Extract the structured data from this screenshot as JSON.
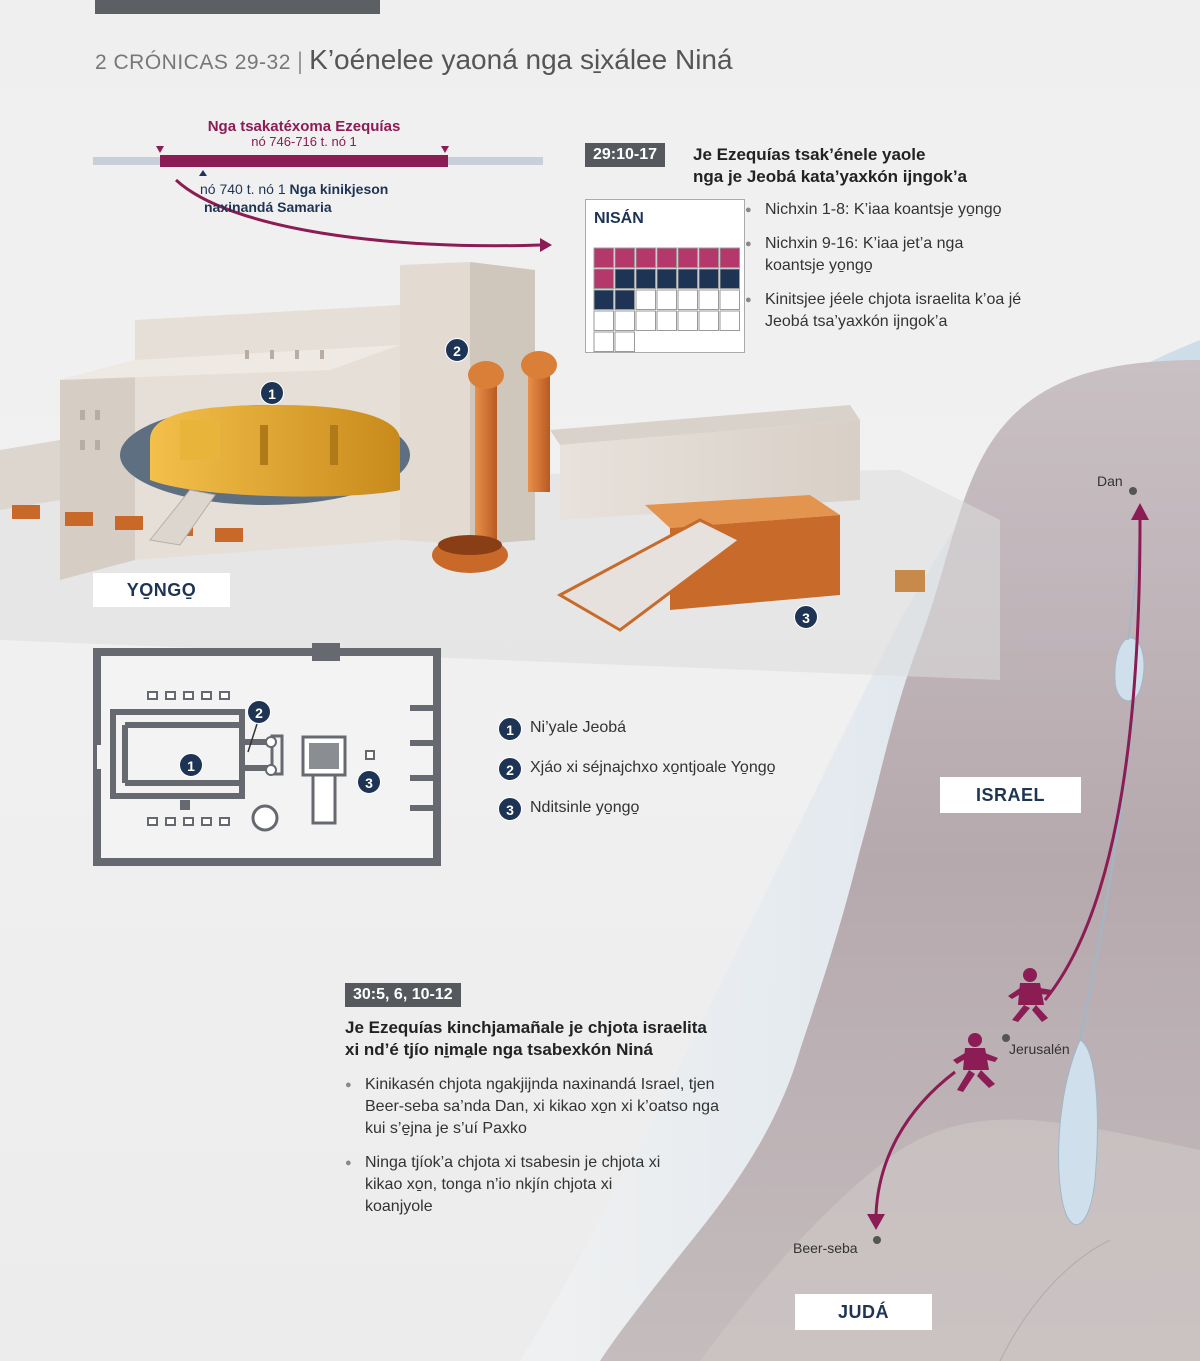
{
  "header": {
    "reference": "2 CRÓNICAS 29-32",
    "separator": "|",
    "title": "K’oénelee yaoná nga si̱xálee Niná"
  },
  "timeline": {
    "title": "Nga tsakatéxoma Ezequías",
    "subtitle": "nó 746-716 t. nó 1",
    "event_date": "nó 740 t. nó 1",
    "event_line1": "Nga kinikjeson",
    "event_line2": "naxinandá Samaria"
  },
  "section1": {
    "reference": "29:10-17",
    "heading_line1": "Je Ezequías tsak’énele yaole",
    "heading_line2": "nga je Jeobá kata’yaxkón ijngok’a",
    "bullets": [
      "Nichxin 1-8: K’iaa koantsje yo̱ngo̱",
      "Nichxin 9-16: K’iaa jet’a nga koantsje yo̱ngo̱",
      "Kinitsjee jéele chjota israelita k’oa jé Jeobá tsa’yaxkón ijngok’a"
    ],
    "calendar": {
      "title": "NISÁN",
      "days_phase_one": 8,
      "days_phase_two": 8,
      "total_days": 30,
      "color_phase_one": "#b5386b",
      "color_phase_two": "#1e3455"
    }
  },
  "temple": {
    "label": "YO̱NGO̱",
    "markers": [
      "1",
      "2",
      "3"
    ]
  },
  "legend": [
    {
      "num": "1",
      "text": "Ni’yale Jeobá"
    },
    {
      "num": "2",
      "text": "Xjáo xi séjnajchxo xo̱ntjoale Yo̱ngo̱"
    },
    {
      "num": "3",
      "text": "Nditsinle yo̱ngo̱"
    }
  ],
  "section2": {
    "reference": "30:5, 6, 10-12",
    "heading_line1": "Je Ezequías kinchjamañale je chjota israelita",
    "heading_line2": "xi nd’é tjío ni̱ma̱le nga tsabexkón Niná",
    "bullets": [
      "Kinikasén chjota ngakjijnda naxinandá Israel, tjen Beer-seba sa’nda Dan, xi kikao xo̱n xi k’oatso nga kui s’e̱jna je s’uí Paxko",
      "Ninga tjíok’a chjota xi tsabesin je chjota xi kikao xo̱n, tonga n’io nkjín chjota xi koanjyole"
    ]
  },
  "map": {
    "region_north": "ISRAEL",
    "region_south": "JUDÁ",
    "city_dan": "Dan",
    "city_jerusalem": "Jerusalén",
    "city_beersheba": "Beer-seba",
    "route_color": "#8b1c54"
  }
}
